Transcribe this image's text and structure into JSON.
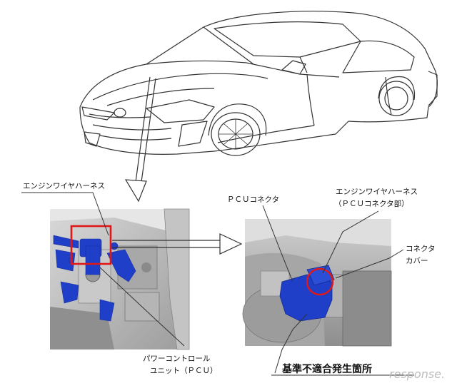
{
  "labels": {
    "engine_harness": "エンジンワイヤハーネス",
    "pcu_connector": "ＰＣＵコネクタ",
    "engine_harness_pcu_line1": "エンジンワイヤハーネス",
    "engine_harness_pcu_line2": "（ＰＣＵコネクタ部）",
    "connector_cover_line1": "コネクタ",
    "connector_cover_line2": "カバー",
    "power_control_unit_line1": "パワーコントロール",
    "power_control_unit_line2": "ユニット（ＰＣＵ）",
    "nonconformity_location": "基準不適合発生箇所"
  },
  "watermark": "response.",
  "colors": {
    "highlight_part": "#1f3fc8",
    "highlight_box": "#e01818",
    "line_art": "#333333",
    "photo_gray": "#b8b8b8"
  }
}
